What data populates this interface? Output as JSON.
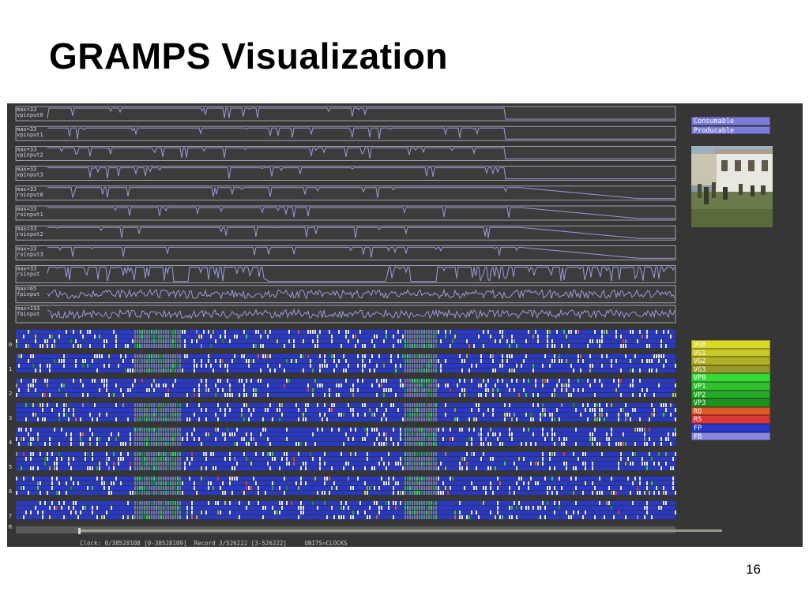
{
  "slide": {
    "title": "GRAMPS Visualization",
    "page_number": "16"
  },
  "buffers": [
    {
      "max": "max=33",
      "name": "vpinput0"
    },
    {
      "max": "max=33",
      "name": "vpinput1"
    },
    {
      "max": "max=33",
      "name": "vpinput2"
    },
    {
      "max": "max=33",
      "name": "vpinput3"
    },
    {
      "max": "max=33",
      "name": "roinput0"
    },
    {
      "max": "max=33",
      "name": "roinput1"
    },
    {
      "max": "max=33",
      "name": "roinput2"
    },
    {
      "max": "max=33",
      "name": "roinput3"
    },
    {
      "max": "max=33",
      "name": "rsinput"
    },
    {
      "max": "max=65",
      "name": "fpinput"
    },
    {
      "max": "max=193",
      "name": "fbinput"
    }
  ],
  "buffer_legend": [
    "Consumable",
    "Producable"
  ],
  "cores": [
    "0",
    "1",
    "2",
    "3",
    "4",
    "5",
    "6",
    "7",
    "R"
  ],
  "unit_legend": [
    {
      "label": "VG0",
      "color": "#d8d828"
    },
    {
      "label": "VG1",
      "color": "#c8c828"
    },
    {
      "label": "VG2",
      "color": "#b0b028"
    },
    {
      "label": "VG3",
      "color": "#989828"
    },
    {
      "label": "VP0",
      "color": "#38d838"
    },
    {
      "label": "VP1",
      "color": "#30c030"
    },
    {
      "label": "VP2",
      "color": "#28a828"
    },
    {
      "label": "VP3",
      "color": "#209020"
    },
    {
      "label": "RO",
      "color": "#e05828"
    },
    {
      "label": "RS",
      "color": "#d83838"
    },
    {
      "label": "FP",
      "color": "#2838c8"
    },
    {
      "label": "FB",
      "color": "#8888e0"
    }
  ],
  "status": {
    "clock": "Clock: 0/38528108 [0-38528109]",
    "record": "Record 3/526222 [3-526222]",
    "units": "UNITS=CLOCKS"
  },
  "colors": {
    "background": "#363636",
    "buffer_line": "#9a9ad8",
    "fp_blue": "#2838c8",
    "idle_gray": "#7a7a7a"
  }
}
